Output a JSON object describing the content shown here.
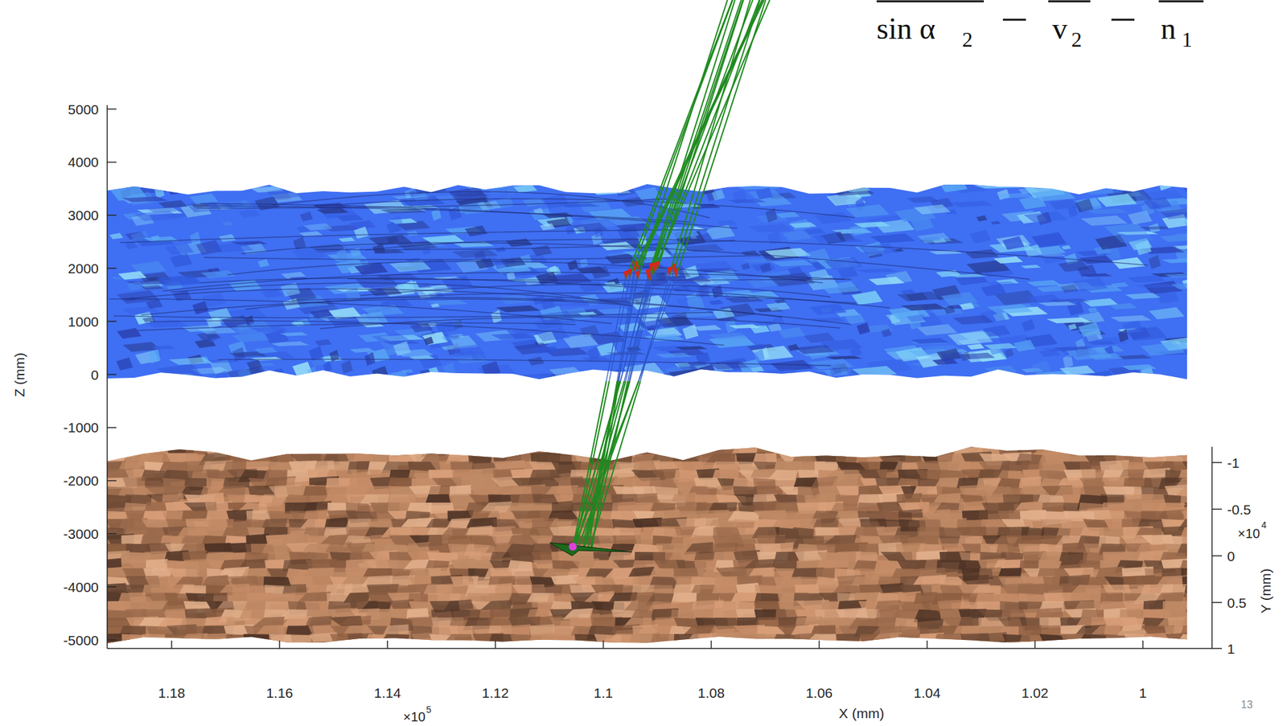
{
  "diagram": {
    "labels": [
      "5000",
      "4000",
      "3000",
      "2000",
      "1000",
      "0",
      "-1000",
      "-2000",
      "-3000",
      "-4000",
      "-5000",
      "Z (mm)",
      "1.18",
      "1.16",
      "1.14",
      "1.12",
      "1.1",
      "1.08",
      "1.06",
      "1.04",
      "1.02",
      "1",
      "×10",
      "5",
      "X (mm)",
      "-1",
      "-0.5",
      "0",
      "0.5",
      "1",
      "×10",
      "4",
      "Y (mm)",
      "13",
      "sin α",
      "2",
      "v",
      "2",
      "n",
      "1"
    ]
  }
}
